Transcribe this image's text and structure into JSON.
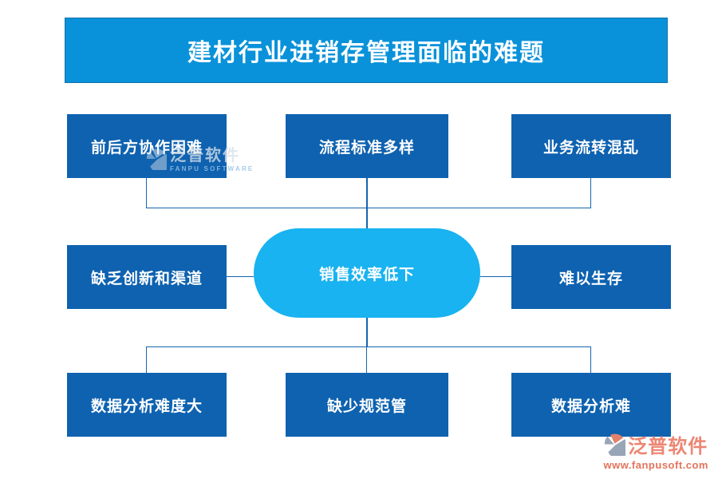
{
  "title": {
    "text": "建材行业进销存管理面临的难题"
  },
  "nodes": {
    "top_left": "前后方协作困难",
    "top_middle": "流程标准多样",
    "top_right": "业务流转混乱",
    "mid_left": "缺乏创新和渠道",
    "center": "销售效率低下",
    "mid_right": "难以生存",
    "bottom_left": "数据分析难度大",
    "bottom_middle": "缺少规范管",
    "bottom_right": "数据分析难"
  },
  "watermark": {
    "brand": "泛普软件",
    "sub": "FANPU SOFTWARE"
  },
  "footer": {
    "brand": "泛普软件",
    "url": "www.fanpusoft.com"
  },
  "colors": {
    "banner_blue": "#0992da",
    "box_blue": "#0e62b0",
    "ellipse_cyan": "#18b3f0",
    "line_blue": "#1565ad",
    "logo_coral": "#e2826b",
    "logo_gray": "#98a5b6",
    "footer_text": "#ec8673",
    "footer_url": "#e3735b"
  }
}
